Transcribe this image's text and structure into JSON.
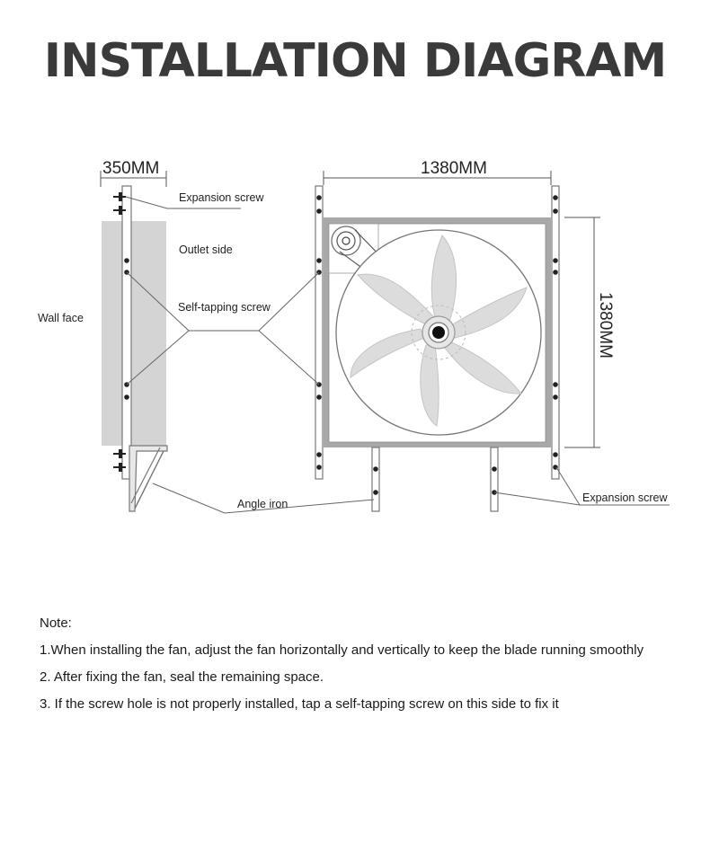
{
  "title": "INSTALLATION DIAGRAM",
  "dimensions": {
    "depth": "350MM",
    "width": "1380MM",
    "height": "1380MM"
  },
  "labels": {
    "expansion_screw_top": "Expansion screw",
    "outlet_side": "Outlet side",
    "self_tapping_screw": "Self-tapping screw",
    "wall_face": "Wall face",
    "angle_iron": "Angle iron",
    "expansion_screw_bottom": "Expansion screw"
  },
  "notes": {
    "heading": "Note:",
    "items": [
      "1.When installing the fan, adjust the fan horizontally and vertically to keep the blade running smoothly",
      "2. After fixing the fan, seal the remaining space.",
      " 3. If the screw hole is not properly installed, tap a self-tapping screw on this side to fix it"
    ]
  },
  "colors": {
    "frame": "#a8a8a8",
    "blade": "#dcdcdc",
    "wall": "#d4d4d4",
    "line": "#666666"
  }
}
